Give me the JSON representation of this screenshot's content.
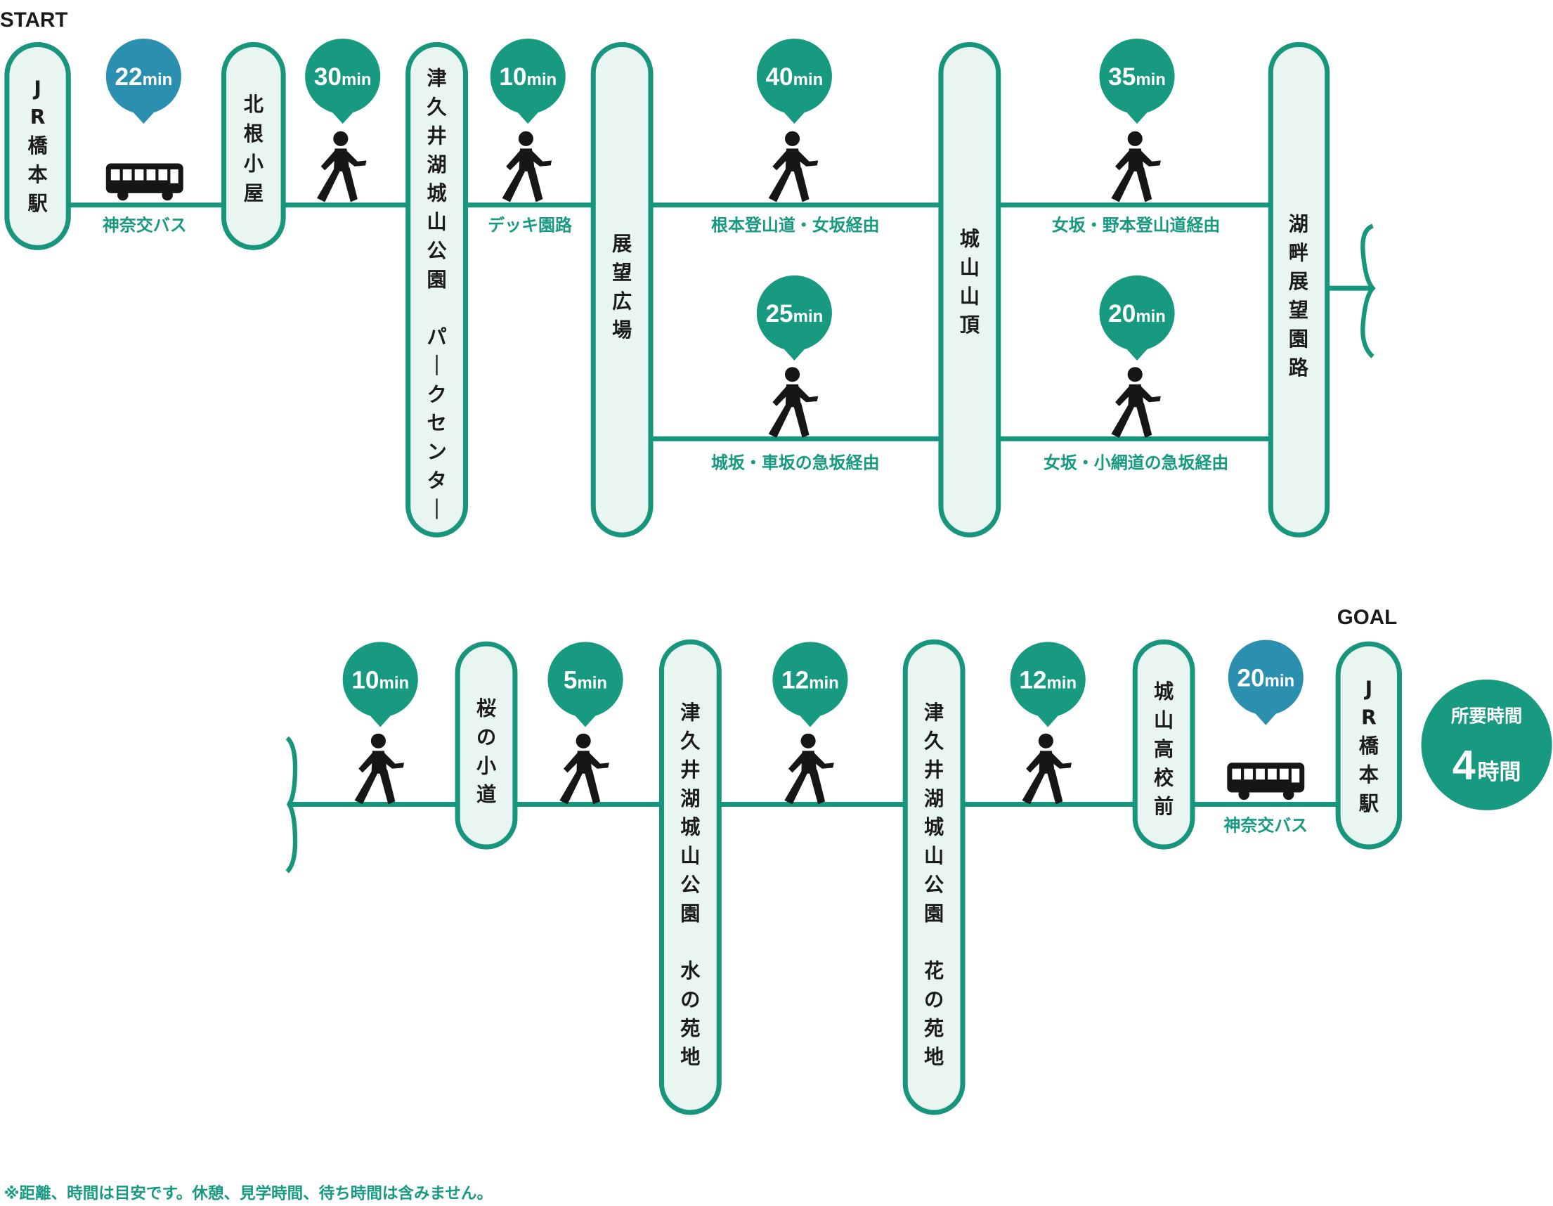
{
  "markers": {
    "start": "START",
    "goal": "GOAL"
  },
  "stops": {
    "jr_hashimoto_start": "JR橋本駅",
    "kitane_koya": "北根小屋",
    "tsukui_park_center": "津久井湖城山公園　パークセンター",
    "tenbou_hiroba": "展望広場",
    "shiroyama_sanchou": "城山山頂",
    "kohan_tenbou_enro": "湖畔展望園路",
    "sakura_no_komichi": "桜の小道",
    "tsukui_mizu_no_enchi": "津久井湖城山公園　水の苑地",
    "tsukui_hana_no_enchi": "津久井湖城山公園　花の苑地",
    "shiroyama_koukou_mae": "城山高校前",
    "jr_hashimoto_goal": "JR橋本駅"
  },
  "segments": {
    "s1": {
      "time": "22",
      "unit": "min",
      "mode": "bus",
      "label": "神奈交バス",
      "color": "#2b8fb0"
    },
    "s2": {
      "time": "30",
      "unit": "min",
      "mode": "walk",
      "label": "",
      "color": "#179a80"
    },
    "s3": {
      "time": "10",
      "unit": "min",
      "mode": "walk",
      "label": "デッキ園路",
      "color": "#179a80"
    },
    "s4a": {
      "time": "40",
      "unit": "min",
      "mode": "walk",
      "label": "根本登山道・女坂経由",
      "color": "#179a80"
    },
    "s4b": {
      "time": "25",
      "unit": "min",
      "mode": "walk",
      "label": "城坂・車坂の急坂経由",
      "color": "#179a80"
    },
    "s5a": {
      "time": "35",
      "unit": "min",
      "mode": "walk",
      "label": "女坂・野本登山道経由",
      "color": "#179a80"
    },
    "s5b": {
      "time": "20",
      "unit": "min",
      "mode": "walk",
      "label": "女坂・小網道の急坂経由",
      "color": "#179a80"
    },
    "s6": {
      "time": "10",
      "unit": "min",
      "mode": "walk",
      "label": "",
      "color": "#179a80"
    },
    "s7": {
      "time": "5",
      "unit": "min",
      "mode": "walk",
      "label": "",
      "color": "#179a80"
    },
    "s8": {
      "time": "12",
      "unit": "min",
      "mode": "walk",
      "label": "",
      "color": "#179a80"
    },
    "s9": {
      "time": "12",
      "unit": "min",
      "mode": "walk",
      "label": "",
      "color": "#179a80"
    },
    "s10": {
      "time": "20",
      "unit": "min",
      "mode": "bus",
      "label": "神奈交バス",
      "color": "#2b8fb0"
    }
  },
  "total": {
    "label": "所要時間",
    "value": "4",
    "unit": "時間"
  },
  "note": "※距離、時間は目安です。休憩、見学時間、待ち時間は含みません。",
  "colors": {
    "accent": "#179a80",
    "bus": "#2b8fb0",
    "pill_fill": "#e8f5f1",
    "icon": "#161616"
  },
  "icons": {
    "walk": "walking-person-icon",
    "bus": "bus-icon",
    "continuation": "wavy-brace-icon"
  }
}
